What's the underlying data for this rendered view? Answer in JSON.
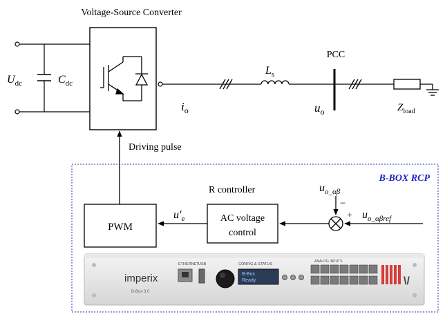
{
  "title": "Voltage-Source Converter",
  "labels": {
    "u_dc": "U",
    "u_dc_sub": "dc",
    "c_dc": "C",
    "c_dc_sub": "dc",
    "i_o": "i",
    "i_o_sub": "o",
    "l_s": "L",
    "l_s_sub": "s",
    "pcc": "PCC",
    "u_o": "u",
    "u_o_sub": "o",
    "z_load": "Z",
    "z_load_sub": "load",
    "driving_pulse": "Driving pulse",
    "r_controller": "R controller",
    "bbox_title": "B-BOX RCP",
    "pwm": "PWM",
    "ac_voltage_line1": "AC voltage",
    "ac_voltage_line2": "control",
    "u_e": "u′",
    "u_e_sub": "e",
    "u_o_ab": "u",
    "u_o_ab_sub": "o_αβ",
    "u_o_ab_ref": "u",
    "u_o_ab_ref_sub": "o_αβref",
    "minus_sign": "−",
    "plus_sign": "+"
  },
  "device": {
    "brand": "imperix",
    "model": "B-Box 3.0",
    "ethernet": "ETHERNET",
    "usb": "USB",
    "control_status": "CONFIG & STATUS",
    "screen_line1": "B-Box",
    "screen_line2": "Ready",
    "analog_inputs": "ANALOG INPUTS",
    "mark": "\\/"
  },
  "colors": {
    "line": "#000000",
    "dashed_box": "#2030c0",
    "bbox_title": "#1a22c8",
    "device_red": "#d93a3a"
  }
}
